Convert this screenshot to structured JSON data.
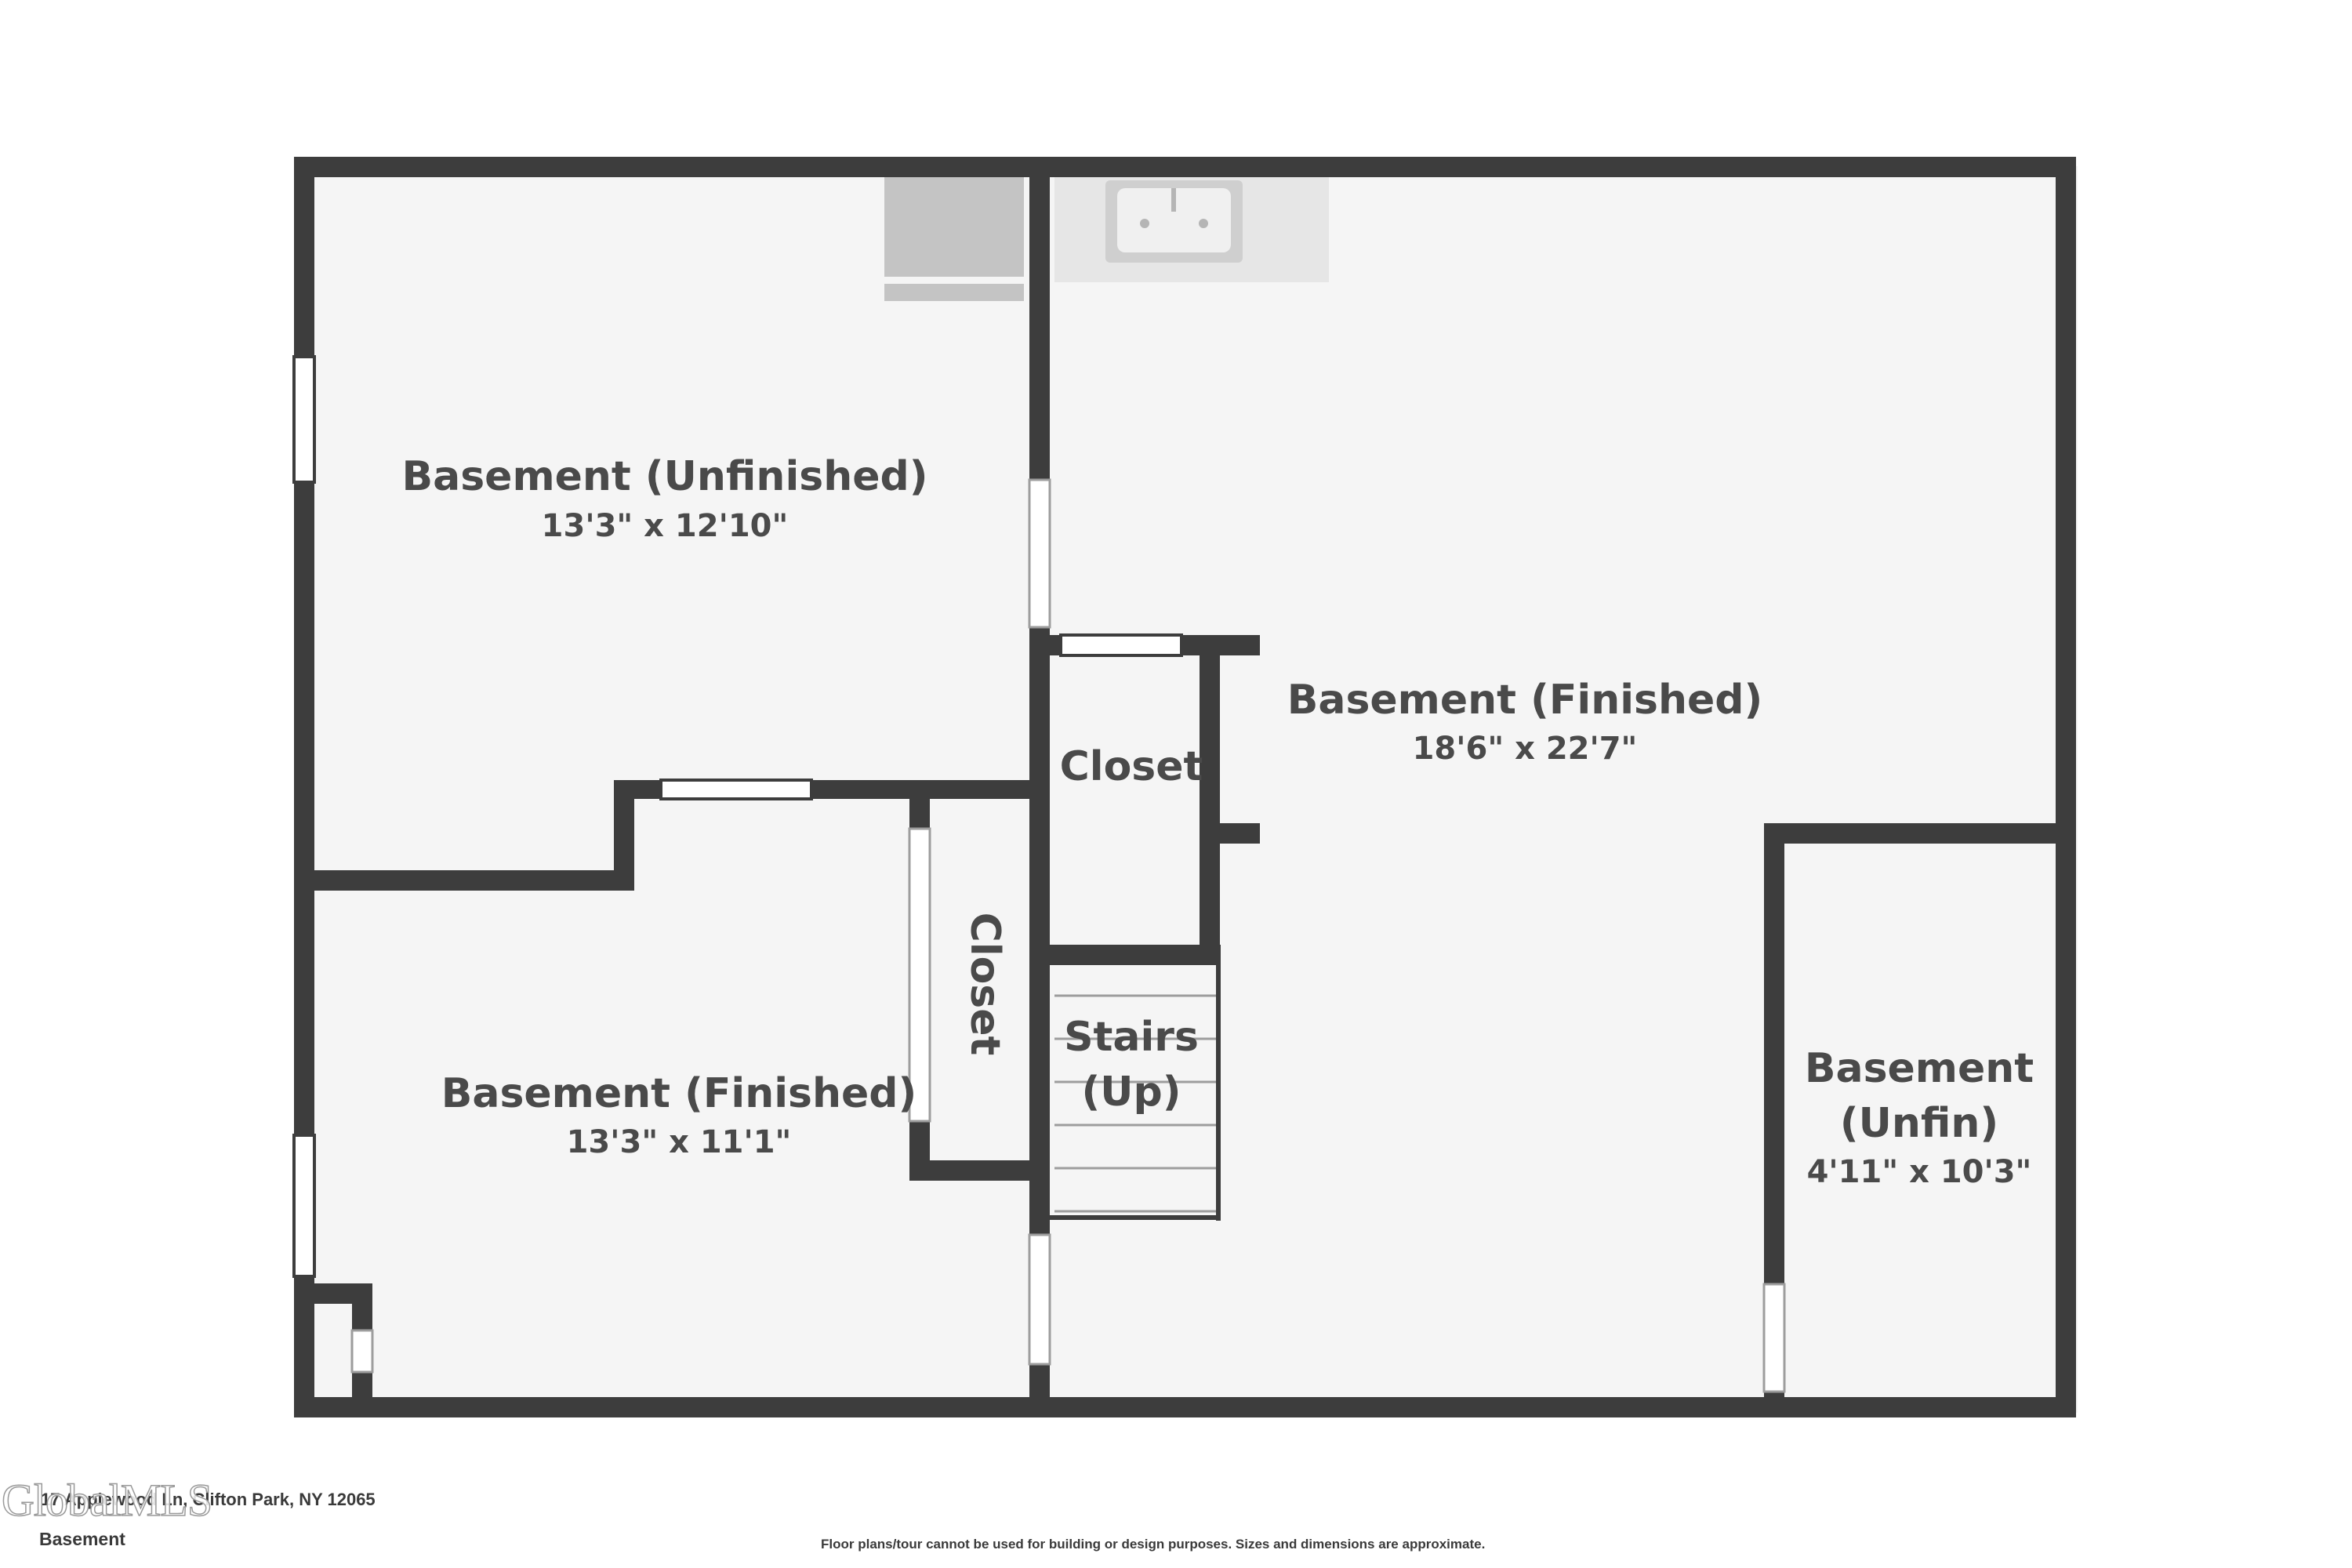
{
  "rooms": {
    "basement_unfinished_top": {
      "name": "Basement (Unfinished)",
      "dims": "13'3\" x 12'10\""
    },
    "basement_finished_left": {
      "name": "Basement (Finished)",
      "dims": "13'3\" x 11'1\""
    },
    "basement_finished_right": {
      "name": "Basement (Finished)",
      "dims": "18'6\" x 22'7\""
    },
    "closet_upper": {
      "name": "Closet"
    },
    "closet_lower": {
      "name": "Closet"
    },
    "stairs": {
      "line1": "Stairs",
      "line2": "(Up)"
    },
    "basement_unfin_small": {
      "line1": "Basement",
      "line2": "(Unfin)",
      "dims": "4'11\" x 10'3\""
    }
  },
  "footer": {
    "address": "17 Applewood Ln, Clifton Park, NY 12065",
    "floor": "Basement",
    "disclaimer": "Floor plans/tour cannot be used for building or design purposes. Sizes and dimensions are approximate.",
    "watermark": "GlobalMLS"
  },
  "colors": {
    "wall": "#3d3d3d",
    "floor": "#f5f5f5",
    "fixture": "#c4c4c4",
    "counter": "#e6e6e6"
  }
}
